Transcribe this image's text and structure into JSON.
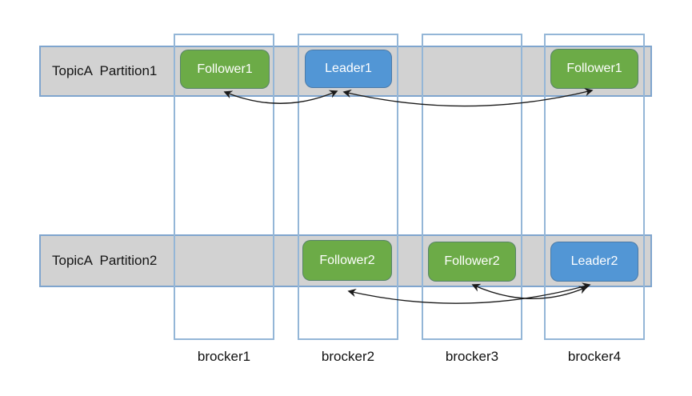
{
  "diagram": {
    "partitions": [
      {
        "label": "TopicA  Partition1"
      },
      {
        "label": "TopicA  Partition2"
      }
    ],
    "brokers": [
      {
        "label": "brocker1"
      },
      {
        "label": "brocker2"
      },
      {
        "label": "brocker3"
      },
      {
        "label": "brocker4"
      }
    ],
    "replicas": [
      {
        "label": "Follower1",
        "role": "follower",
        "partition": "TopicA  Partition1",
        "broker": "brocker1"
      },
      {
        "label": "Leader1",
        "role": "leader",
        "partition": "TopicA  Partition1",
        "broker": "brocker2"
      },
      {
        "label": "Follower1",
        "role": "follower",
        "partition": "TopicA  Partition1",
        "broker": "brocker4"
      },
      {
        "label": "Follower2",
        "role": "follower",
        "partition": "TopicA  Partition2",
        "broker": "brocker2"
      },
      {
        "label": "Follower2",
        "role": "follower",
        "partition": "TopicA  Partition2",
        "broker": "brocker3"
      },
      {
        "label": "Leader2",
        "role": "leader",
        "partition": "TopicA  Partition2",
        "broker": "brocker4"
      }
    ],
    "arrows": [
      {
        "between": [
          "Follower1 (brocker1)",
          "Leader1 (brocker2)"
        ],
        "double_headed": true
      },
      {
        "between": [
          "Leader1 (brocker2)",
          "Follower1 (brocker4)"
        ],
        "double_headed": true
      },
      {
        "between": [
          "Follower2 (brocker2)",
          "Leader2 (brocker4)"
        ],
        "double_headed": true
      },
      {
        "between": [
          "Follower2 (brocker3)",
          "Leader2 (brocker4)"
        ],
        "double_headed": true
      }
    ],
    "colors": {
      "follower_fill": "#6cab47",
      "leader_fill": "#5296d5",
      "band_fill": "#d2d2d2",
      "band_border": "#7fa5ce",
      "column_border": "#94b6d7",
      "box_text": "#ffffff",
      "label_text": "#151515",
      "arrow": "#1a1a1a"
    }
  }
}
